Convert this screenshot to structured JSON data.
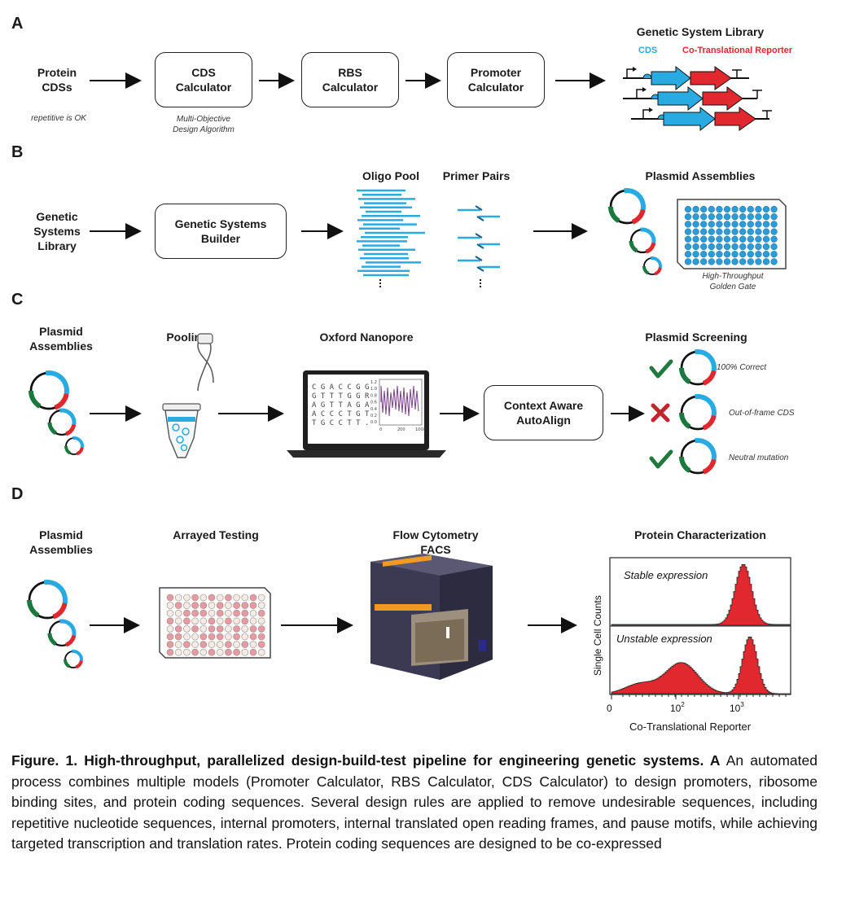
{
  "panels": {
    "a": {
      "letter": "A",
      "input_line1": "Protein",
      "input_line2": "CDSs",
      "input_note": "repetitive is OK",
      "cds_box_line1": "CDS",
      "cds_box_line2": "Calculator",
      "cds_note_line1": "Multi-Objective",
      "cds_note_line2": "Design Algorithm",
      "rbs_box_line1": "RBS",
      "rbs_box_line2": "Calculator",
      "promoter_box_line1": "Promoter",
      "promoter_box_line2": "Calculator",
      "library_title": "Genetic System Library",
      "cds_legend": "CDS",
      "reporter_legend": "Co-Translational Reporter"
    },
    "b": {
      "letter": "B",
      "input_line1": "Genetic",
      "input_line2": "Systems",
      "input_line3": "Library",
      "builder_line1": "Genetic Systems",
      "builder_line2": "Builder",
      "oligo_title": "Oligo Pool",
      "primer_title": "Primer Pairs",
      "assemblies_title": "Plasmid Assemblies",
      "gg_note_line1": "High-Throughput",
      "gg_note_line2": "Golden Gate"
    },
    "c": {
      "letter": "C",
      "input_line1": "Plasmid",
      "input_line2": "Assemblies",
      "pooling_title": "Pooling",
      "nanopore_title": "Oxford Nanopore",
      "screen_rows": [
        "C G A C C G G",
        "G T T T G G R",
        "A G T T A G A",
        "A C C C T G T",
        "T G C C T T ."
      ],
      "plot_yticks": [
        "1.2",
        "1.0",
        "0.8",
        "0.6",
        "0.4",
        "0.2",
        "0.0"
      ],
      "plot_xticks": [
        "0",
        "200",
        "1000"
      ],
      "align_line1": "Context Aware",
      "align_line2": "AutoAlign",
      "screening_title": "Plasmid Screening",
      "result1": "100% Correct",
      "result2": "Out-of-frame CDS",
      "result3": "Neutral mutation"
    },
    "d": {
      "letter": "D",
      "input_line1": "Plasmid",
      "input_line2": "Assemblies",
      "arrayed_title": "Arrayed Testing",
      "flow_line1": "Flow Cytometry",
      "flow_line2": "FACS",
      "protein_title": "Protein Characterization",
      "stable_label": "Stable expression",
      "unstable_label": "Unstable expression",
      "ylabel": "Single Cell Counts",
      "xlabel": "Co-Translational Reporter",
      "xtick0": "0",
      "xtick1_base": "10",
      "xtick1_exp": "2",
      "xtick2_base": "10",
      "xtick2_exp": "3"
    }
  },
  "caption": {
    "bold": "Figure. 1. High-throughput, parallelized design-build-test pipeline for engineering genetic systems. A",
    "text": " An automated process combines multiple models (Promoter Calculator, RBS Calculator, CDS Calculator) to design promoters, ribosome binding sites, and protein coding sequences. Several design rules are applied to remove undesirable sequences, including repetitive nucleotide sequences, internal promoters, internal translated open reading frames, and pause motifs, while achieving targeted transcription and translation rates. Protein coding sequences are designed to be co-expressed"
  },
  "colors": {
    "cds_blue": "#29abe2",
    "reporter_red": "#e0282e",
    "green": "#1a7a3e",
    "check_green": "#1f7a3c",
    "cross_red": "#c0272d",
    "well_blue": "#2e9bd6",
    "well_pink": "#e79aa2"
  }
}
